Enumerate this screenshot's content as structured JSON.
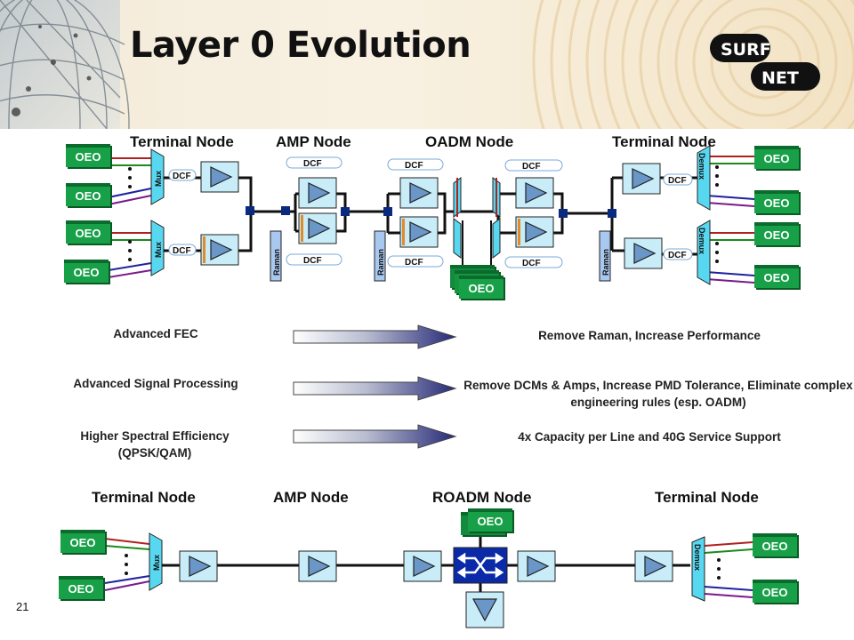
{
  "title": "Layer 0 Evolution",
  "logo": {
    "top": "SURF",
    "bottom": "NET"
  },
  "page_number": "21",
  "top_nodes": [
    "Terminal Node",
    "AMP Node",
    "OADM Node",
    "Terminal Node"
  ],
  "bottom_nodes": [
    "Terminal Node",
    "AMP Node",
    "ROADM Node",
    "Terminal Node"
  ],
  "labels": {
    "oeo": "OEO",
    "mux": "Mux",
    "demux": "Demux",
    "dcf": "DCF",
    "raman": "Raman"
  },
  "features": [
    {
      "name": "Advanced FEC",
      "benefit": "Remove Raman, Increase Performance"
    },
    {
      "name": "Advanced Signal Processing",
      "benefit": "Remove DCMs & Amps, Increase PMD Tolerance, Eliminate complex engineering rules (esp. OADM)"
    },
    {
      "name": "Higher Spectral Efficiency (QPSK/QAM)",
      "benefit": "4x Capacity per Line and 40G Service Support"
    }
  ],
  "colors": {
    "oeo": "#18a048",
    "mux": "#58d8f0",
    "amp": "#c8ecf8",
    "arrow": "#2a2878",
    "raman": "#a8c8f0"
  }
}
